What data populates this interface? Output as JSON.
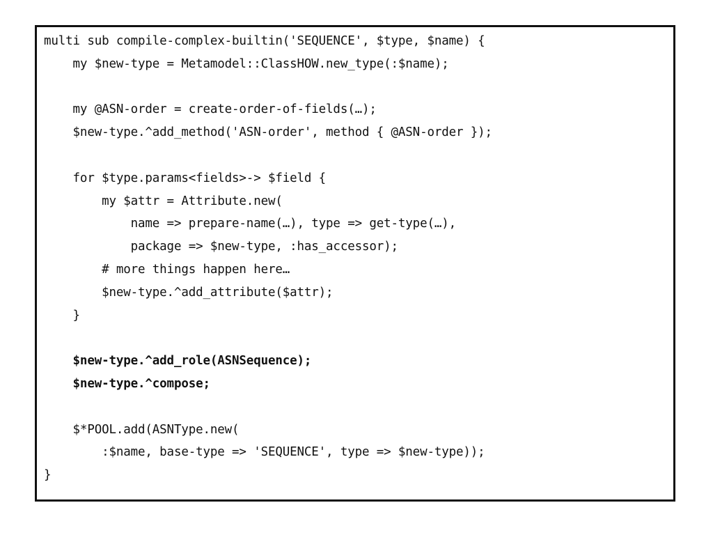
{
  "code": {
    "lines": [
      {
        "text": "multi sub compile-complex-builtin('SEQUENCE', $type, $name) {",
        "bold": false
      },
      {
        "text": "    my $new-type = Metamodel::ClassHOW.new_type(:$name);",
        "bold": false
      },
      {
        "text": "",
        "bold": false
      },
      {
        "text": "    my @ASN-order = create-order-of-fields(…);",
        "bold": false
      },
      {
        "text": "    $new-type.^add_method('ASN-order', method { @ASN-order });",
        "bold": false
      },
      {
        "text": "",
        "bold": false
      },
      {
        "text": "    for $type.params<fields>-> $field {",
        "bold": false
      },
      {
        "text": "        my $attr = Attribute.new(",
        "bold": false
      },
      {
        "text": "            name => prepare-name(…), type => get-type(…),",
        "bold": false
      },
      {
        "text": "            package => $new-type, :has_accessor);",
        "bold": false
      },
      {
        "text": "        # more things happen here…",
        "bold": false
      },
      {
        "text": "        $new-type.^add_attribute($attr);",
        "bold": false
      },
      {
        "text": "    }",
        "bold": false
      },
      {
        "text": "",
        "bold": false
      },
      {
        "text": "    $new-type.^add_role(ASNSequence);",
        "bold": true
      },
      {
        "text": "    $new-type.^compose;",
        "bold": true
      },
      {
        "text": "",
        "bold": false
      },
      {
        "text": "    $*POOL.add(ASNType.new(",
        "bold": false
      },
      {
        "text": "        :$name, base-type => 'SEQUENCE', type => $new-type));",
        "bold": false
      },
      {
        "text": "}",
        "bold": false
      }
    ]
  }
}
